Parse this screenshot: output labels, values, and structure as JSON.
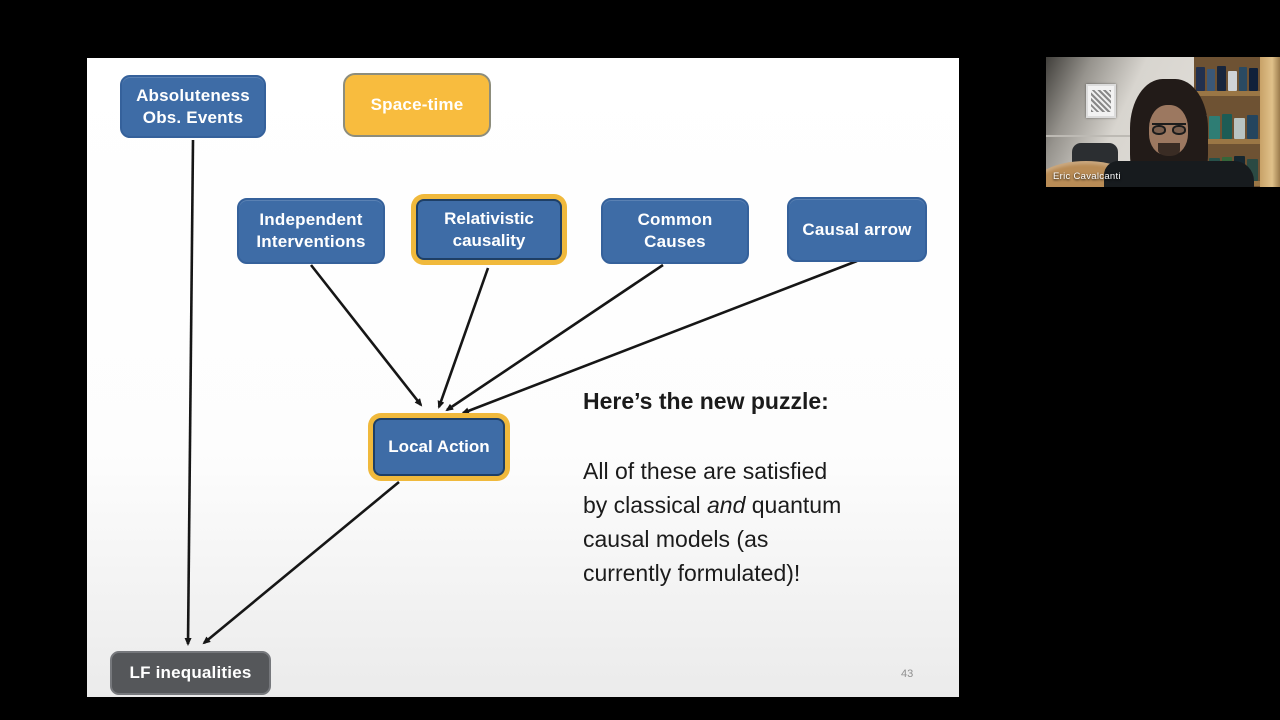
{
  "slide": {
    "page_number": "43",
    "nodes": {
      "absoluteness": {
        "line1": "Absoluteness",
        "line2": "Obs. Events"
      },
      "spacetime": {
        "line1": "Space-time"
      },
      "independent": {
        "line1": "Independent",
        "line2": "Interventions"
      },
      "relativistic": {
        "line1": "Relativistic",
        "line2": "causality"
      },
      "common": {
        "line1": "Common",
        "line2": "Causes"
      },
      "causal_arrow": {
        "line1": "Causal arrow"
      },
      "local_action": {
        "line1": "Local Action"
      },
      "lf_inequalities": {
        "line1": "LF inequalities"
      }
    },
    "note": {
      "heading": "Here’s the new puzzle:",
      "line1": "All of these are satisfied",
      "line2_pre": "by classical ",
      "line2_italic": "and",
      "line2_post": " quantum",
      "line3": "causal models (as",
      "line4": "currently formulated)!"
    }
  },
  "webcam": {
    "name_label": "Eric Cavalcanti"
  },
  "colors": {
    "node_blue": "#3e6ca6",
    "node_yellow": "#f8bc3e",
    "highlight_border": "#f0b93c",
    "node_gray": "#55575a",
    "arrow": "#161616",
    "slide_bg": "#ffffff",
    "letterbox": "#000000"
  }
}
